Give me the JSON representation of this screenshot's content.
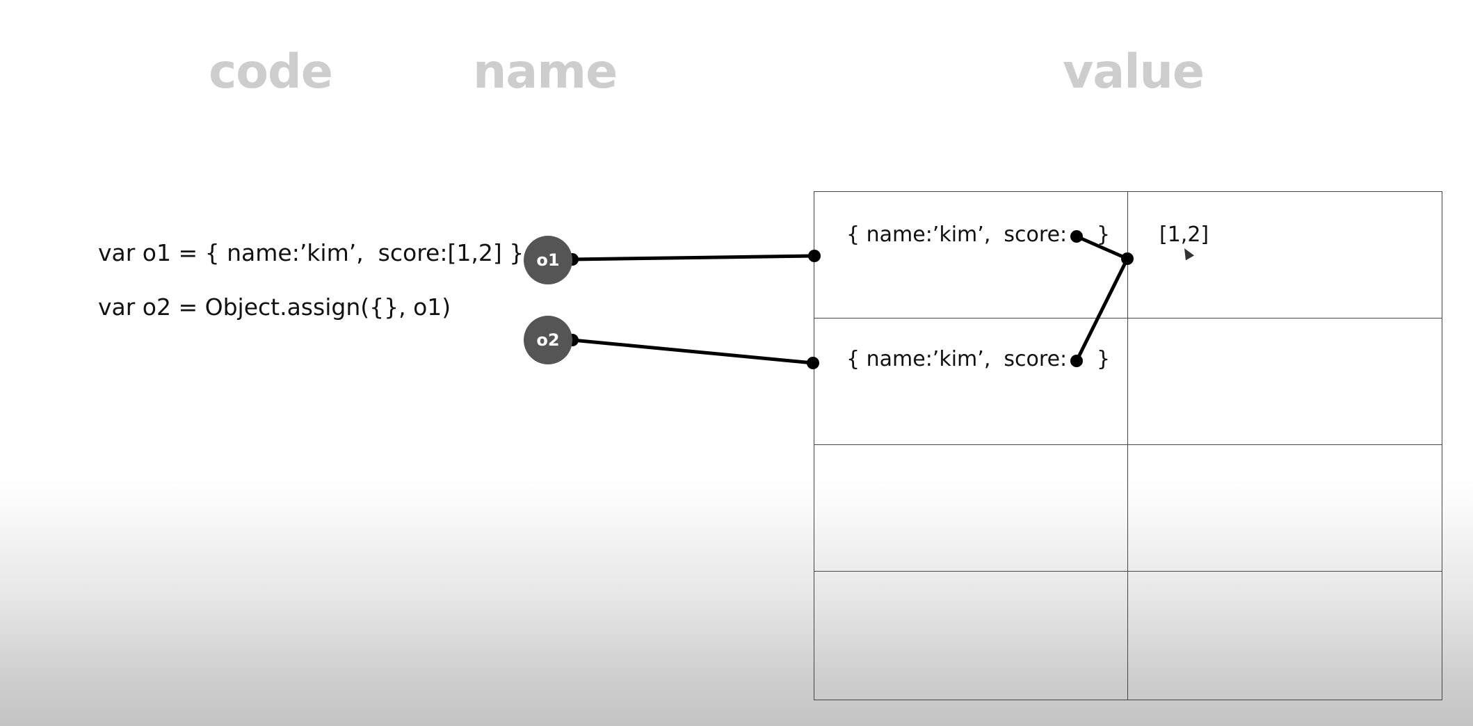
{
  "headings": {
    "code": "code",
    "name": "name",
    "value": "value"
  },
  "code": {
    "line1": "var o1 = { name:’kim’,  score:[1,2] }",
    "line2": "var o2 = Object.assign({}, o1)"
  },
  "names": {
    "o1": "o1",
    "o2": "o2"
  },
  "values": {
    "obj1_text": "{ name:’kim’,  score:",
    "obj1_close": "}",
    "obj2_text": "{ name:’kim’,  score:",
    "obj2_close": "}",
    "array_text": "[1,2]"
  },
  "colors": {
    "heading": "#cdcdcd",
    "node_fill": "#555555",
    "wire": "#000000",
    "grid_line": "#444444"
  }
}
